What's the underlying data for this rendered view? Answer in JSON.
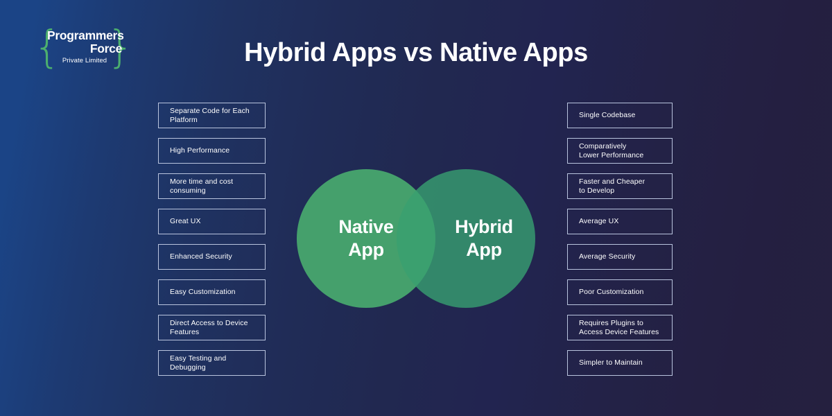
{
  "logo": {
    "line1": "Programmers",
    "line2": "Force",
    "line3": "Private Limited",
    "brace_left": "{",
    "brace_right": "}",
    "brace_color": "#4caf6e"
  },
  "title": "Hybrid Apps vs Native Apps",
  "venn": {
    "left": {
      "line1": "Native",
      "line2": "App",
      "color": "#4ab070"
    },
    "right": {
      "line1": "Hybrid",
      "line2": "App",
      "color": "#38a070"
    }
  },
  "colors": {
    "background_left": "#1b4486",
    "background_right": "#25203f",
    "box_border": "#b9c4de",
    "text": "#ffffff"
  },
  "left_column": [
    {
      "line1": "Separate Code for Each",
      "line2": "Platform"
    },
    {
      "line1": "High Performance",
      "line2": ""
    },
    {
      "line1": "More time and cost",
      "line2": "consuming"
    },
    {
      "line1": "Great UX",
      "line2": ""
    },
    {
      "line1": "Enhanced Security",
      "line2": ""
    },
    {
      "line1": "Easy Customization",
      "line2": ""
    },
    {
      "line1": "Direct Access to Device",
      "line2": "Features"
    },
    {
      "line1": "Easy Testing and",
      "line2": "Debugging"
    }
  ],
  "right_column": [
    {
      "line1": "Single Codebase",
      "line2": ""
    },
    {
      "line1": "Comparatively",
      "line2": "Lower Performance"
    },
    {
      "line1": "Faster and Cheaper",
      "line2": "to Develop"
    },
    {
      "line1": "Average UX",
      "line2": ""
    },
    {
      "line1": "Average Security",
      "line2": ""
    },
    {
      "line1": "Poor Customization",
      "line2": ""
    },
    {
      "line1": "Requires Plugins to",
      "line2": "Access Device Features"
    },
    {
      "line1": "Simpler to Maintain",
      "line2": ""
    }
  ]
}
